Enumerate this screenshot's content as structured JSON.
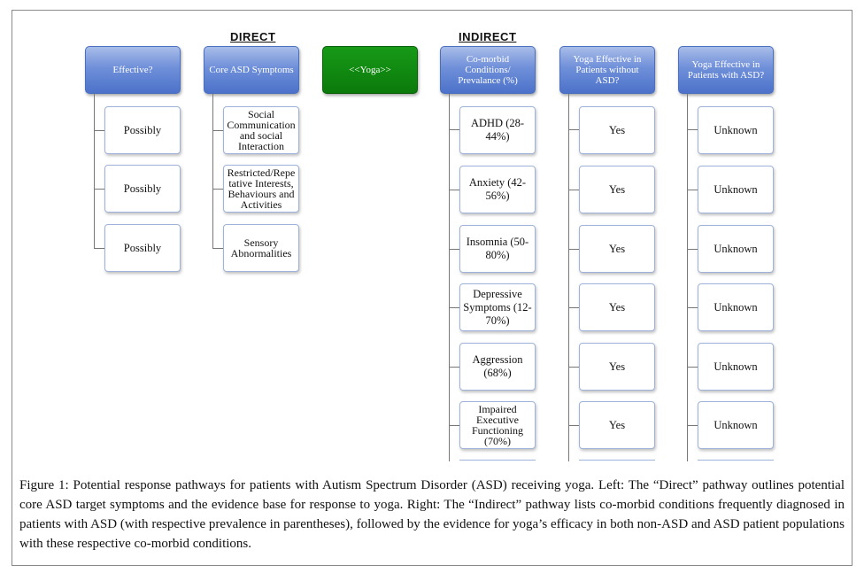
{
  "figure": {
    "direct_label": "DIRECT",
    "indirect_label": "INDIRECT",
    "columns": [
      {
        "header": "Effective?",
        "items": [
          "Possibly",
          "Possibly",
          "Possibly"
        ]
      },
      {
        "header": "Core ASD Symptoms",
        "items": [
          "Social Communication and social Interaction",
          "Restricted/Repe tative Interests, Behaviours and Activities",
          "Sensory Abnormalities"
        ]
      },
      {
        "header": "<<Yoga>>",
        "items": []
      },
      {
        "header": "Co-morbid Conditions/ Prevalance (%)",
        "items": [
          "ADHD (28-44%)",
          "Anxiety (42-56%)",
          "Insomnia (50-80%)",
          "Depressive Symptoms (12-70%)",
          "Aggression (68%)",
          "Impaired Executive Functioning (70%)"
        ]
      },
      {
        "header": "Yoga Effective in Patients without ASD?",
        "items": [
          "Yes",
          "Yes",
          "Yes",
          "Yes",
          "Yes",
          "Yes"
        ]
      },
      {
        "header": "Yoga Effective in Patients with ASD?",
        "items": [
          "Unknown",
          "Unknown",
          "Unknown",
          "Unknown",
          "Unknown",
          "Unknown"
        ]
      }
    ],
    "colors": {
      "header_blue": "#5a7fd0",
      "yoga_green": "#0e800e",
      "box_border": "#9fb3da"
    }
  },
  "caption": {
    "label": "Figure 1",
    "text": ": Potential response pathways for patients with Autism Spectrum Disorder (ASD) receiving yoga. Left: The “Direct” pathway outlines potential core ASD target symptoms and the evidence base for response to yoga. Right: The “Indirect” pathway lists co-morbid conditions frequently diagnosed in patients with ASD (with respective prevalence in parentheses), followed by the evidence for yoga’s efficacy in both non-ASD and ASD patient populations with these respective co-morbid conditions."
  }
}
